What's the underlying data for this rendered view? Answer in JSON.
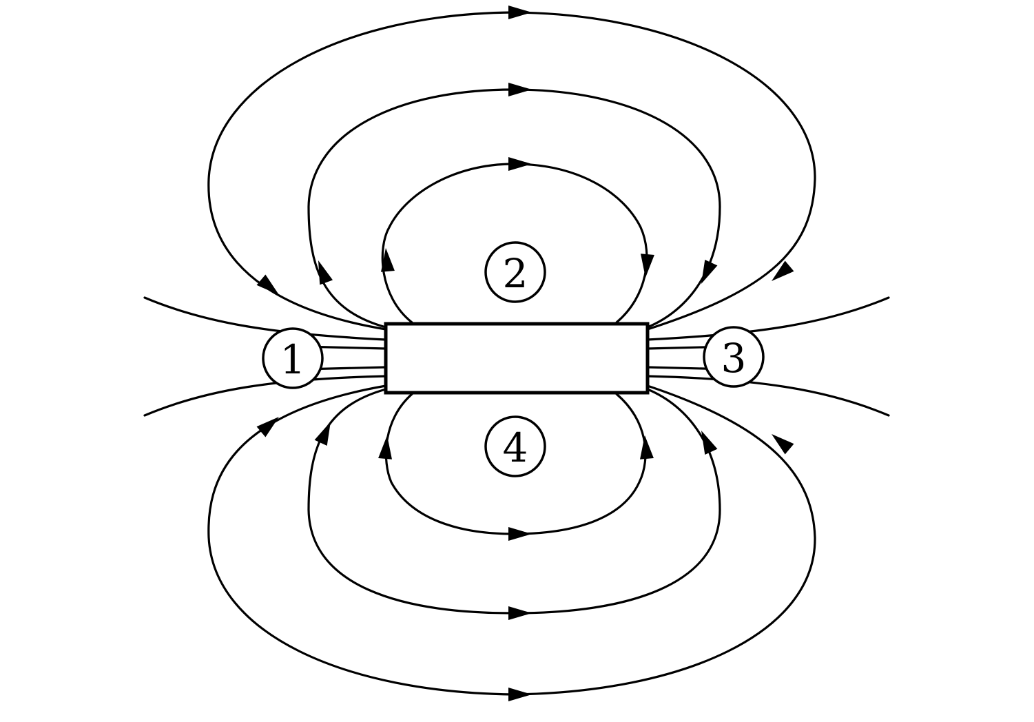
{
  "diagram": {
    "subject": "bar-magnet-field-lines",
    "colors": {
      "line": "#000000",
      "background": "#ffffff"
    },
    "icons": {
      "arrow": "arrowhead-icon",
      "magnet": "bar-magnet"
    },
    "markers": [
      {
        "id": "marker-1",
        "label": "1"
      },
      {
        "id": "marker-2",
        "label": "2"
      },
      {
        "id": "marker-3",
        "label": "3"
      },
      {
        "id": "marker-4",
        "label": "4"
      }
    ]
  }
}
